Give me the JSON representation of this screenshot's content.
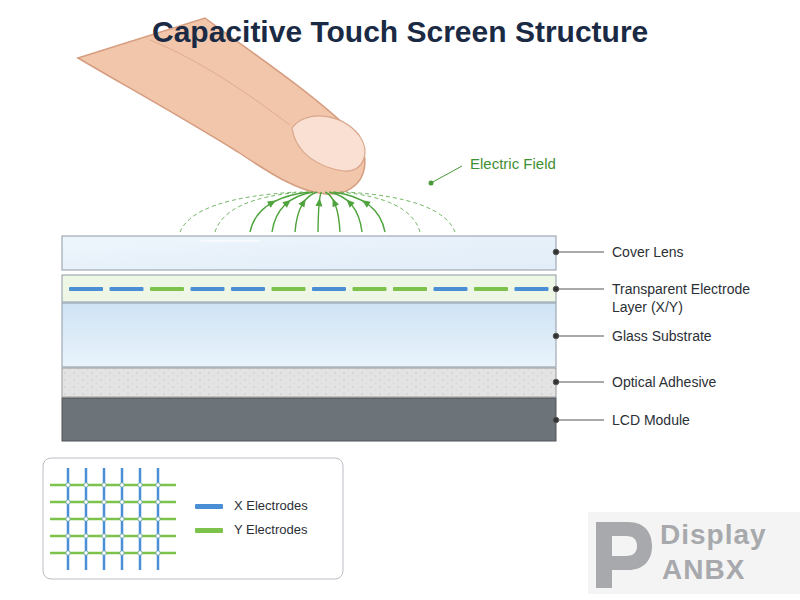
{
  "diagram": {
    "title": "Capacitive Touch Screen Structure",
    "labels": [
      "Electric Field",
      "Cover Lens",
      "Transparent Electrode Layer (X/Y)",
      "Glass Substrate",
      "Optical Adhesive",
      "LCD Module",
      "Display",
      "ANBX"
    ],
    "legend": [
      {
        "text": "X Electrodes",
        "color": "#4a8fd6"
      },
      {
        "text": "Y Electrodes",
        "color": "#7dc24b"
      }
    ]
  }
}
